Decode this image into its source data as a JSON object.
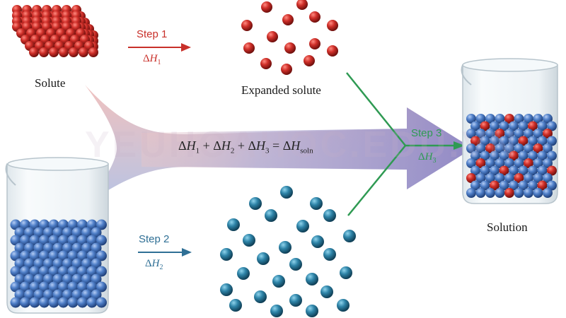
{
  "labels": {
    "solute": "Solute",
    "expanded_solute": "Expanded solute",
    "solution": "Solution"
  },
  "steps": {
    "step1": {
      "label": "Step 1",
      "delta": "Δ",
      "var": "H",
      "sub": "1"
    },
    "step2": {
      "label": "Step 2",
      "delta": "Δ",
      "var": "H",
      "sub": "2"
    },
    "step3": {
      "label": "Step 3",
      "delta": "Δ",
      "var": "H",
      "sub": "3"
    }
  },
  "equation": {
    "t1_delta": "Δ",
    "t1_var": "H",
    "t1_sub": "1",
    "plus1": " + ",
    "t2_delta": "Δ",
    "t2_var": "H",
    "t2_sub": "2",
    "plus2": " + ",
    "t3_delta": "Δ",
    "t3_var": "H",
    "t3_sub": "3",
    "eq": " = ",
    "r_delta": "Δ",
    "r_var": "H",
    "r_sub": "soln"
  },
  "watermark": "YEUHOAHOC.EDU.VN",
  "colors": {
    "solute_red": "#c8302a",
    "solvent_blue": "#2f6f95",
    "mixed_blue": "#4a78c0",
    "step3_green": "#2f9a53"
  }
}
